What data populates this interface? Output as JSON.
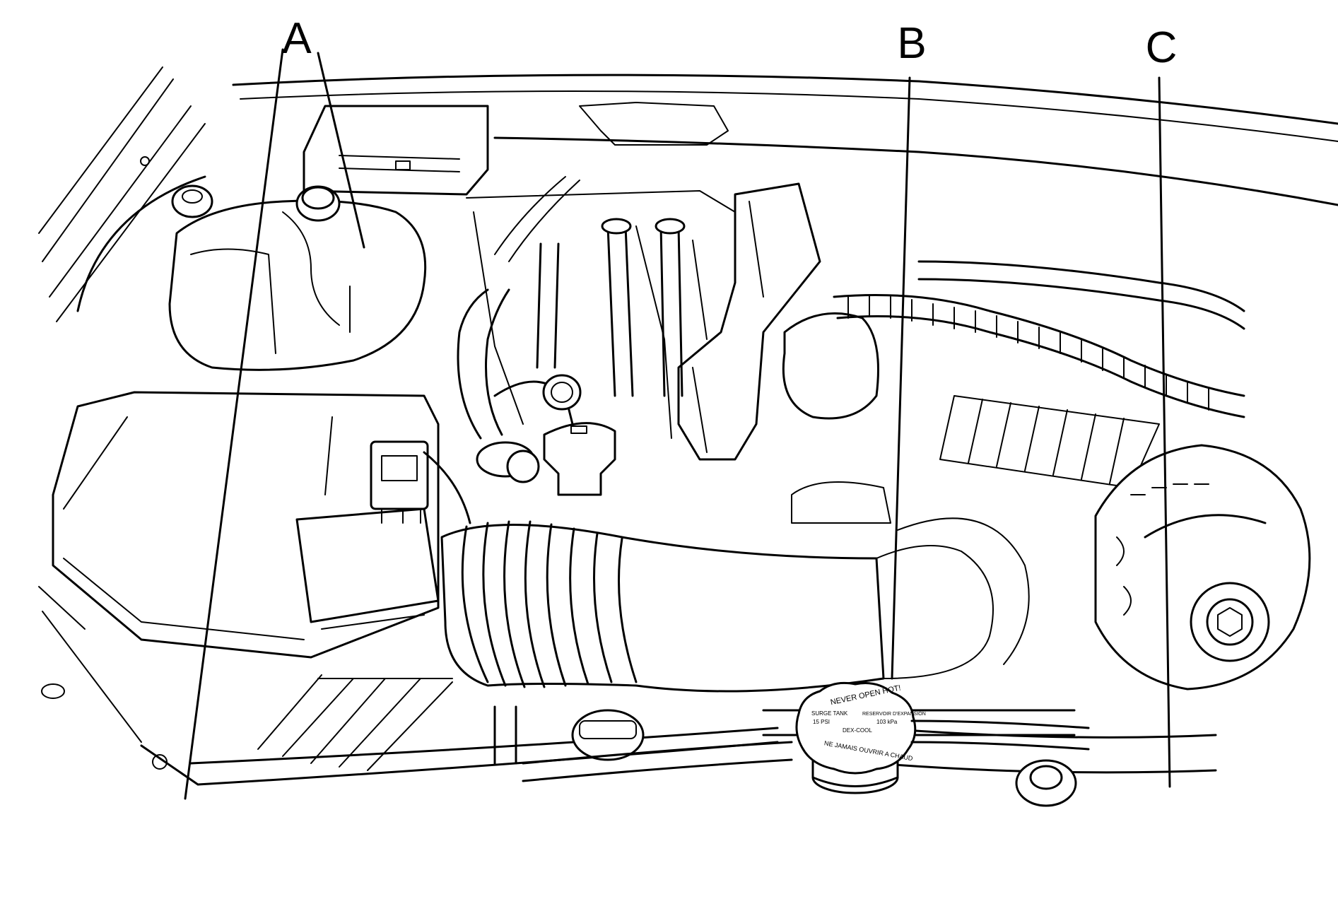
{
  "callouts": {
    "a": "A",
    "b": "B",
    "c": "C"
  },
  "cap": {
    "warning": "NEVER OPEN HOT!",
    "french": "NE JAMAIS OUVRIR A CHAUD",
    "surge_tank": "SURGE TANK",
    "psi": "15 PSI",
    "reservoir": "RESERVOIR D'EXPANSION",
    "kpa": "103 kPa",
    "code": "DEX-COOL"
  }
}
